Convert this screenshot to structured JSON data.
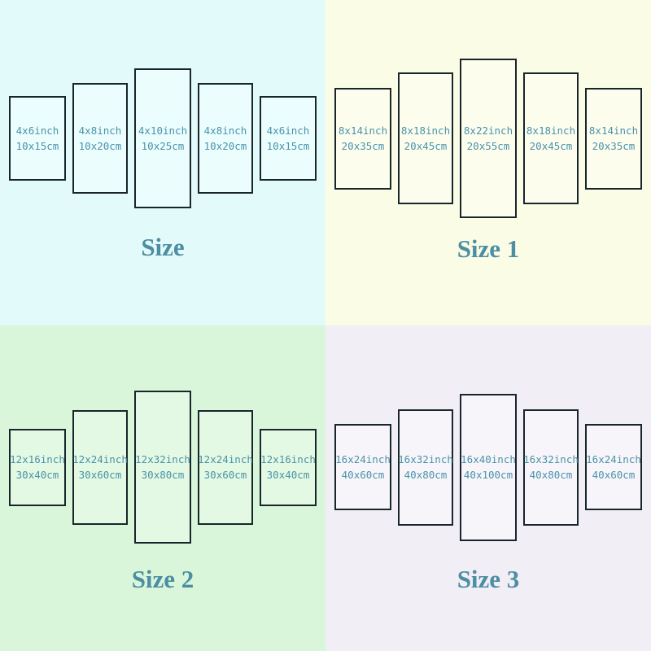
{
  "colors": {
    "panel_border": "#18262b",
    "panel_text": "#4a93aa",
    "title_text": "#4d8ea3",
    "quadrant_backgrounds": [
      "#e2fafa",
      "#fbfce6",
      "#daf6da",
      "#f1eef6"
    ],
    "panel_fills": [
      "#ecfdfd",
      "#fdfdee",
      "#e3f9e3",
      "#f7f5fa"
    ]
  },
  "quadrants": [
    {
      "title": "Size",
      "panels": [
        {
          "inch": "4x6inch",
          "cm": "10x15cm"
        },
        {
          "inch": "4x8inch",
          "cm": "10x20cm"
        },
        {
          "inch": "4x10inch",
          "cm": "10x25cm"
        },
        {
          "inch": "4x8inch",
          "cm": "10x20cm"
        },
        {
          "inch": "4x6inch",
          "cm": "10x15cm"
        }
      ]
    },
    {
      "title": "Size 1",
      "panels": [
        {
          "inch": "8x14inch",
          "cm": "20x35cm"
        },
        {
          "inch": "8x18inch",
          "cm": "20x45cm"
        },
        {
          "inch": "8x22inch",
          "cm": "20x55cm"
        },
        {
          "inch": "8x18inch",
          "cm": "20x45cm"
        },
        {
          "inch": "8x14inch",
          "cm": "20x35cm"
        }
      ]
    },
    {
      "title": "Size 2",
      "panels": [
        {
          "inch": "12x16inch",
          "cm": "30x40cm"
        },
        {
          "inch": "12x24inch",
          "cm": "30x60cm"
        },
        {
          "inch": "12x32inch",
          "cm": "30x80cm"
        },
        {
          "inch": "12x24inch",
          "cm": "30x60cm"
        },
        {
          "inch": "12x16inch",
          "cm": "30x40cm"
        }
      ]
    },
    {
      "title": "Size 3",
      "panels": [
        {
          "inch": "16x24inch",
          "cm": "40x60cm"
        },
        {
          "inch": "16x32inch",
          "cm": "40x80cm"
        },
        {
          "inch": "16x40inch",
          "cm": "40x100cm"
        },
        {
          "inch": "16x32inch",
          "cm": "40x80cm"
        },
        {
          "inch": "16x24inch",
          "cm": "40x60cm"
        }
      ]
    }
  ]
}
